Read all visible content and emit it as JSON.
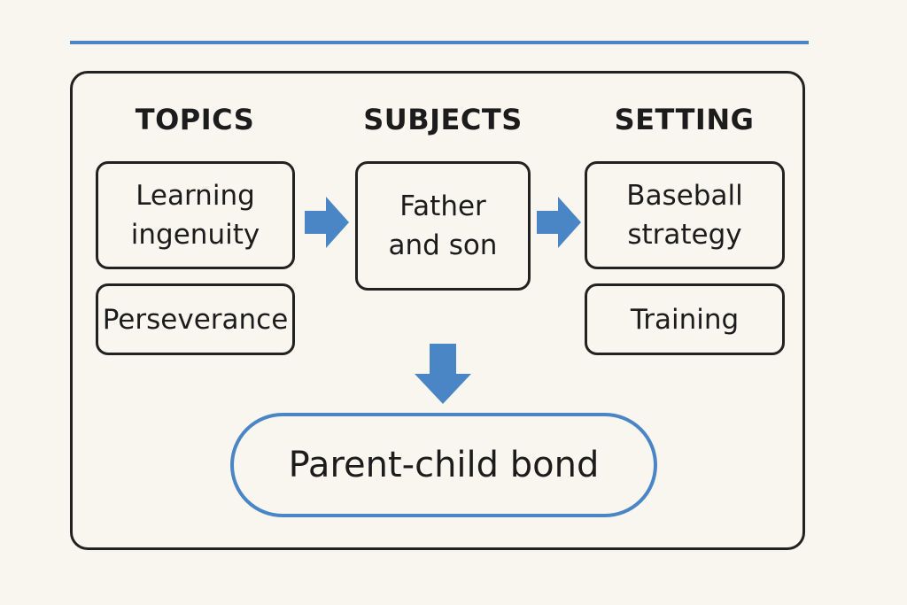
{
  "headings": {
    "topics": "TOPICS",
    "subjects": "SUBJECTS",
    "setting": "SETTING"
  },
  "topics": {
    "items": [
      "Learning\ningenuity",
      "Perseverance"
    ]
  },
  "subjects": {
    "items": [
      "Father\nand son"
    ]
  },
  "setting": {
    "items": [
      "Baseball\nstrategy",
      "Training"
    ]
  },
  "result": {
    "label": "Parent-child bond"
  },
  "colors": {
    "accent": "#4a86c6",
    "outline": "#222222",
    "background": "#f8f6ef"
  }
}
